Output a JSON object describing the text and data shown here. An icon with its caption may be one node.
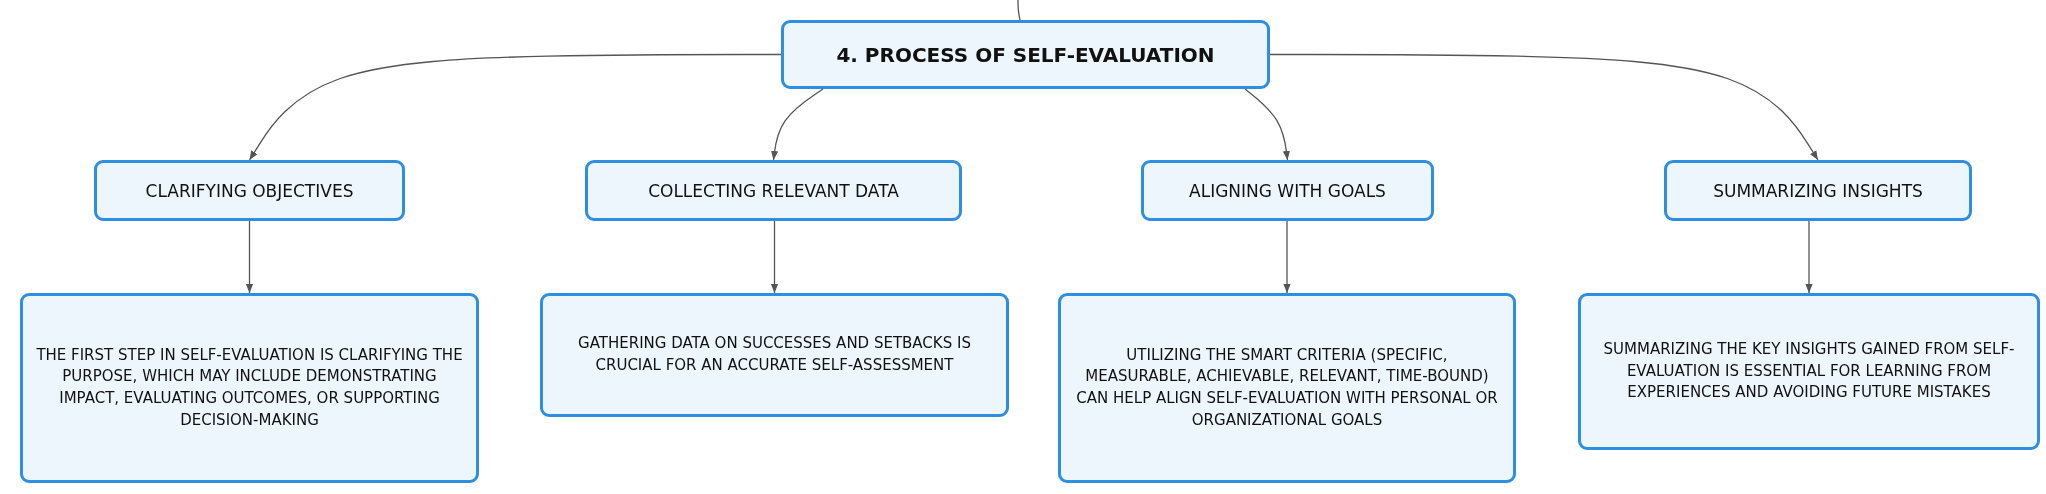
{
  "diagram": {
    "nodes": [
      {
        "text": [
          "4. PROCESS OF SELF-EVALUATION"
        ]
      },
      {
        "text": [
          "CLARIFYING OBJECTIVES"
        ]
      },
      {
        "text": [
          "COLLECTING RELEVANT DATA"
        ]
      },
      {
        "text": [
          "ALIGNING WITH GOALS"
        ]
      },
      {
        "text": [
          "SUMMARIZING INSIGHTS"
        ]
      },
      {
        "text": [
          "THE FIRST STEP IN SELF-EVALUATION IS CLARIFYING THE PURPOSE, WHICH MAY INCLUDE DEMONSTRATING IMPACT, EVALUATING OUTCOMES, OR SUPPORTING DECISION-MAKING"
        ]
      },
      {
        "text": [
          "GATHERING DATA ON SUCCESSES AND SETBACKS IS CRUCIAL FOR AN ACCURATE SELF-ASSESSMENT"
        ]
      },
      {
        "text": [
          "UTILIZING THE SMART CRITERIA (SPECIFIC, MEASURABLE, ACHIEVABLE, RELEVANT, TIME-BOUND) CAN HELP ALIGN SELF-EVALUATION WITH PERSONAL OR ORGANIZATIONAL GOALS"
        ]
      },
      {
        "text": [
          "SUMMARIZING THE KEY INSIGHTS GAINED FROM SELF-EVALUATION IS ESSENTIAL FOR LEARNING FROM EXPERIENCES AND AVOIDING FUTURE MISTAKES"
        ]
      }
    ],
    "edges": [
      {
        "from": null,
        "to": 0,
        "arrow": "none"
      },
      {
        "from": 0,
        "to": 1,
        "arrow": "to"
      },
      {
        "from": 0,
        "to": 2,
        "arrow": "to"
      },
      {
        "from": 0,
        "to": 3,
        "arrow": "to"
      },
      {
        "from": 0,
        "to": 4,
        "arrow": "to"
      },
      {
        "from": 1,
        "to": 5,
        "arrow": "to"
      },
      {
        "from": 2,
        "to": 6,
        "arrow": "to"
      },
      {
        "from": 3,
        "to": 7,
        "arrow": "to"
      },
      {
        "from": 4,
        "to": 8,
        "arrow": "to"
      }
    ]
  }
}
